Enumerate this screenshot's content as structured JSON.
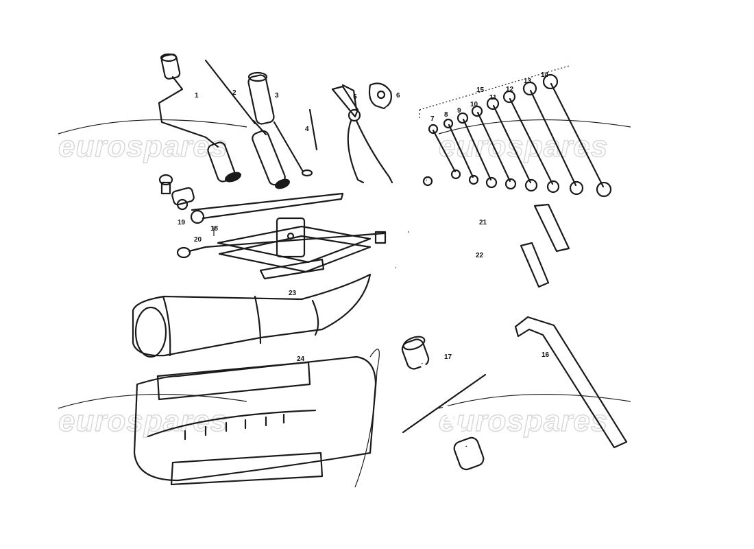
{
  "diagram": {
    "part_labels": [
      "1",
      "2",
      "3",
      "4",
      "5",
      "6",
      "7",
      "8",
      "9",
      "10",
      "11",
      "12",
      "13",
      "14",
      "15",
      "16",
      "17",
      "18",
      "19",
      "20",
      "21",
      "22",
      "23",
      "24"
    ]
  },
  "watermark": {
    "text": "eurospares"
  },
  "colors": {
    "ink": "#1a1a1a",
    "watermark_outline": "#d6d6d6",
    "background": "#ffffff"
  }
}
